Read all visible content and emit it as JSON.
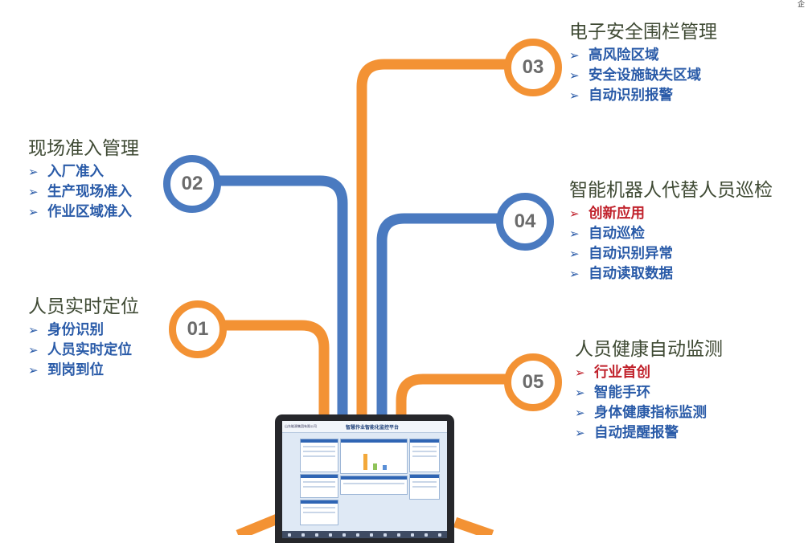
{
  "corner_text": "企",
  "groups": [
    {
      "num": "01",
      "title": "人员实时定位",
      "items": [
        {
          "text": "身份识别"
        },
        {
          "text": "人员实时定位"
        },
        {
          "text": "到岗到位"
        }
      ]
    },
    {
      "num": "02",
      "title": "现场准入管理",
      "items": [
        {
          "text": "入厂准入"
        },
        {
          "text": "生产现场准入"
        },
        {
          "text": "作业区域准入"
        }
      ]
    },
    {
      "num": "03",
      "title": "电子安全围栏管理",
      "items": [
        {
          "text": "高风险区域"
        },
        {
          "text": "安全设施缺失区域"
        },
        {
          "text": "自动识别报警"
        }
      ]
    },
    {
      "num": "04",
      "title": "智能机器人代替人员巡检",
      "items": [
        {
          "text": "创新应用",
          "highlight": true
        },
        {
          "text": "自动巡检"
        },
        {
          "text": "自动识别异常"
        },
        {
          "text": "自动读取数据"
        }
      ]
    },
    {
      "num": "05",
      "title": "人员健康自动监测",
      "items": [
        {
          "text": "行业首创",
          "highlight": true
        },
        {
          "text": "智能手环"
        },
        {
          "text": "身体健康指标监测"
        },
        {
          "text": "自动提醒报警"
        }
      ]
    }
  ],
  "arrow_glyph": "➢",
  "laptop": {
    "screen_title": "智慧作业智能化监控平台",
    "logo_text": "山东能源集团有限公司"
  },
  "colors": {
    "orange": "#f39234",
    "blue": "#4a7ac0",
    "item_text": "#2a5ba8",
    "highlight": "#c0212b"
  }
}
